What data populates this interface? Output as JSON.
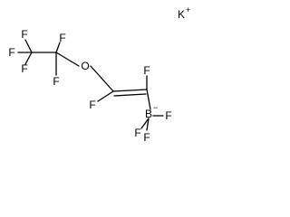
{
  "structure": {
    "counterion": {
      "symbol": "K",
      "charge": "+"
    },
    "atoms": {
      "f1": "F",
      "f2": "F",
      "f3": "F",
      "f4": "F",
      "f5": "F",
      "oxygen": "O",
      "f6": "F",
      "f7": "F",
      "f8": "F",
      "boron": "B",
      "boron_charge": "−",
      "f9": "F",
      "f10": "F"
    }
  }
}
